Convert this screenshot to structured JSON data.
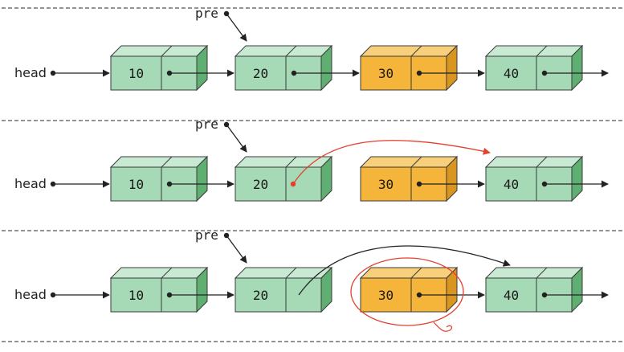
{
  "head_label": "head",
  "pre_label": "pre",
  "colors": {
    "node_face": "#a6d9b5",
    "node_top": "#c9ead2",
    "node_side": "#5fae72",
    "removed_face": "#f5b43a",
    "removed_top": "#f8cf7a",
    "removed_side": "#d8951f",
    "edge": "#3b3b3b",
    "highlight": "#e2412e",
    "separator": "#555555"
  },
  "steps": [
    {
      "name": "step-1",
      "values": [
        "10",
        "20",
        "30",
        "40"
      ],
      "removed_index": 2,
      "redirect": "none"
    },
    {
      "name": "step-2",
      "values": [
        "10",
        "20",
        "30",
        "40"
      ],
      "removed_index": 2,
      "redirect": "pending"
    },
    {
      "name": "step-3",
      "values": [
        "10",
        "20",
        "30",
        "40"
      ],
      "removed_index": 2,
      "redirect": "done"
    }
  ]
}
